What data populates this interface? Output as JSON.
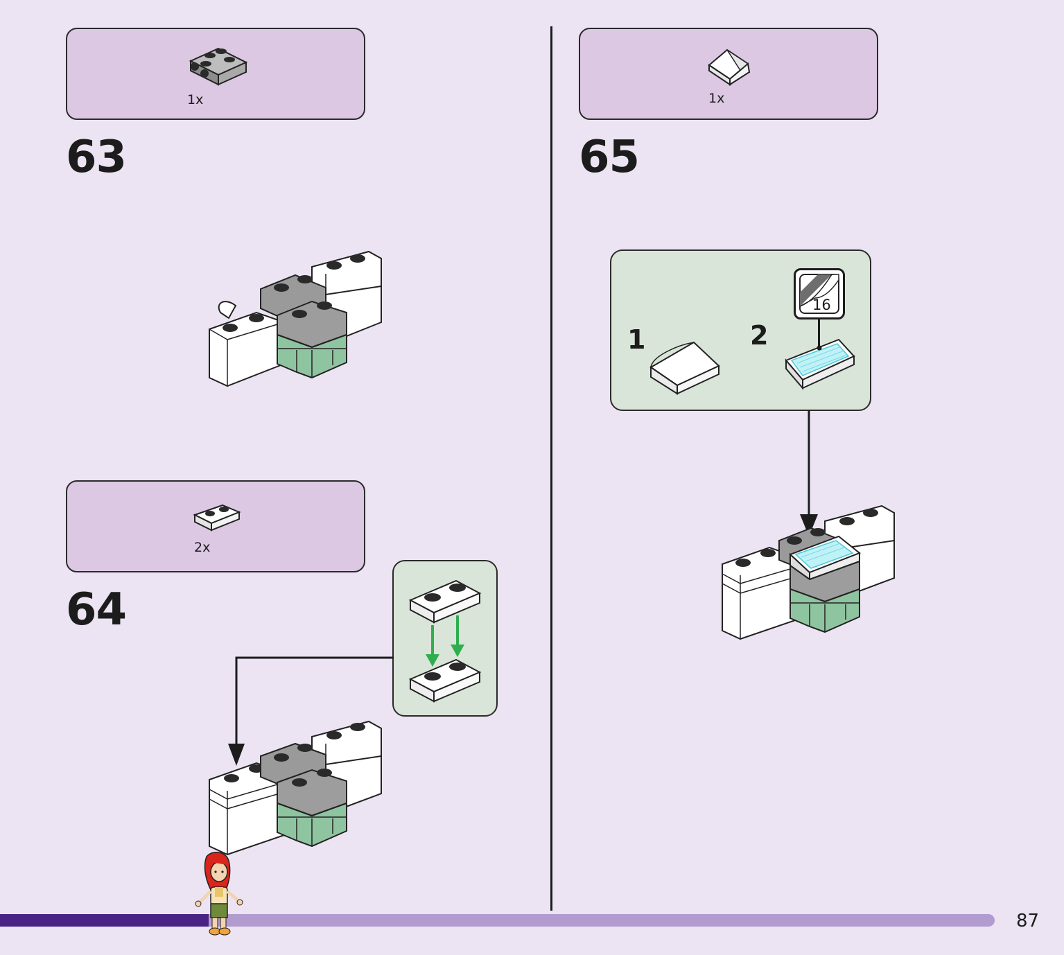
{
  "steps": [
    {
      "number": "63",
      "parts": [
        {
          "qty": "1x",
          "icon": "grey-bracket-plate-icon"
        }
      ]
    },
    {
      "number": "64",
      "parts": [
        {
          "qty": "2x",
          "icon": "white-plate-1x2-icon"
        }
      ]
    },
    {
      "number": "65",
      "parts": [
        {
          "qty": "1x",
          "icon": "white-slope-icon"
        }
      ],
      "substeps": [
        {
          "label": "1"
        },
        {
          "label": "2",
          "sticker": "16"
        }
      ]
    }
  ],
  "page": {
    "number": "87",
    "progress": 0.21
  },
  "colors": {
    "background": "#ece4f2",
    "parts_box": "#dcc8e2",
    "sub_box": "#d9e5d8",
    "progress_fill": "#4a2485",
    "progress_track": "#b29bcf",
    "green_arrow": "#2fae4e",
    "brick_green": "#8fc4a0",
    "brick_grey": "#9a9a9a"
  }
}
